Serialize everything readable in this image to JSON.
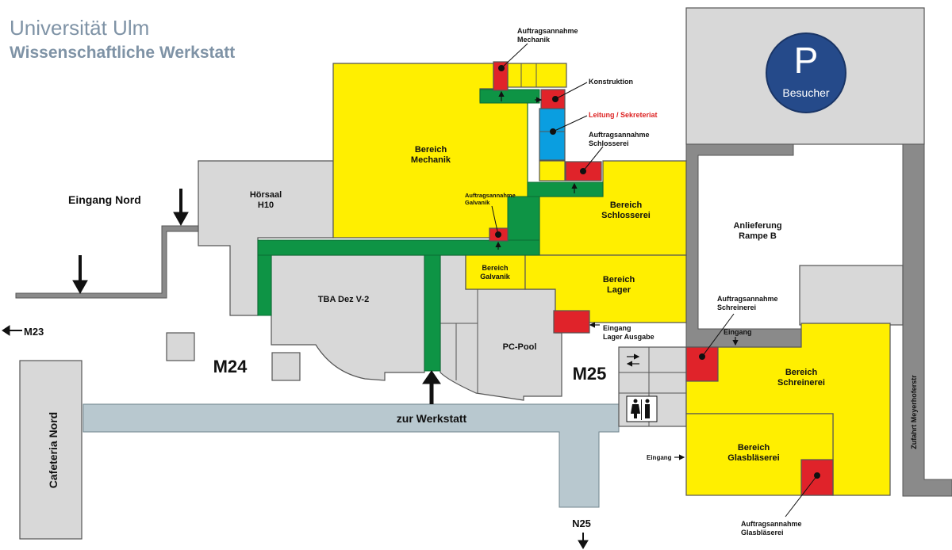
{
  "header": {
    "title": "Universität Ulm",
    "subtitle": "Wissenschaftliche Werkstatt"
  },
  "colors": {
    "area_yellow": "#ffef00",
    "office_red": "#e0232a",
    "corridor_green": "#0e9445",
    "secretariat_blue": "#0a9ee0",
    "building_gray": "#d8d8d8",
    "path_gray": "#8a8a8a",
    "street_blue": "#b8c8cf",
    "parking_blue": "#254a8a"
  },
  "areas": {
    "mechanik": "Bereich\nMechanik",
    "schlosserei": "Bereich\nSchlosserei",
    "galvanik": "Bereich\nGalvanik",
    "lager": "Bereich\nLager",
    "schreinerei": "Bereich\nSchreinerei",
    "glasblaeserei": "Bereich\nGlasbläserei"
  },
  "buildings": {
    "hoersaal": "Hörsaal\nH10",
    "tba": "TBA Dez V-2",
    "pc_pool": "PC-Pool",
    "cafeteria": "Cafeteria Nord",
    "anlieferung": "Anlieferung\nRampe B",
    "m24": "M24",
    "m25": "M25"
  },
  "labels": {
    "eingang_nord": "Eingang Nord",
    "m23": "M23",
    "n25": "N25",
    "zur_werkstatt": "zur Werkstatt",
    "zufahrt": "Zufahrt Meyerhoferstr",
    "parking_letter": "P",
    "parking_text": "Besucher",
    "auftrag_mechanik": "Auftragsannahme\nMechanik",
    "konstruktion": "Konstruktion",
    "leitung": "Leitung / Sekreteriat",
    "auftrag_schlosserei": "Auftragsannahme\nSchlosserei",
    "auftrag_galvanik": "Auftragsannahme\nGalvanik",
    "auftrag_schreinerei": "Auftragsannahme\nSchreinerei",
    "auftrag_glasblaeserei": "Auftragsannahme\nGlasbläserei",
    "eingang_lager": "Eingang\nLager Ausgabe",
    "eingang": "Eingang",
    "eingang_small": "Eingang"
  }
}
